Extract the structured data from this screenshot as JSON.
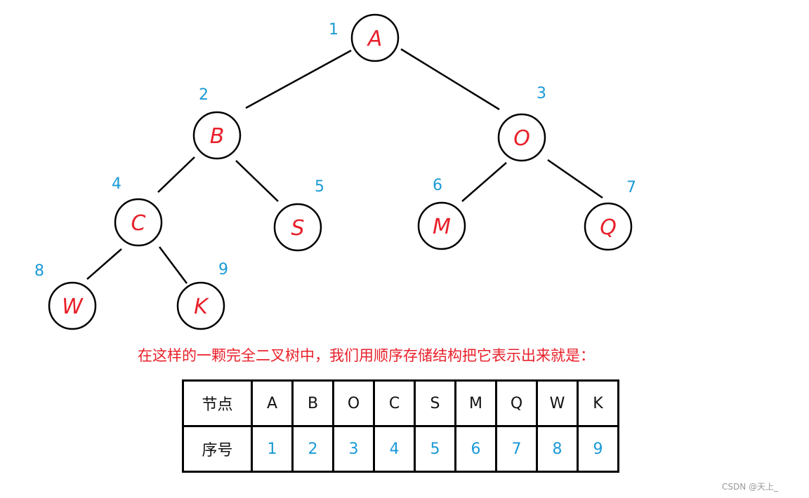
{
  "tree": {
    "nodes": [
      {
        "letter": "A",
        "index": "1"
      },
      {
        "letter": "B",
        "index": "2"
      },
      {
        "letter": "O",
        "index": "3"
      },
      {
        "letter": "C",
        "index": "4"
      },
      {
        "letter": "S",
        "index": "5"
      },
      {
        "letter": "M",
        "index": "6"
      },
      {
        "letter": "Q",
        "index": "7"
      },
      {
        "letter": "W",
        "index": "8"
      },
      {
        "letter": "K",
        "index": "9"
      }
    ],
    "edges": [
      [
        0,
        1
      ],
      [
        0,
        2
      ],
      [
        1,
        3
      ],
      [
        1,
        4
      ],
      [
        2,
        5
      ],
      [
        2,
        6
      ],
      [
        3,
        7
      ],
      [
        3,
        8
      ]
    ],
    "colors": {
      "letter": "#e8202a",
      "index": "#1a9ad6",
      "stroke": "#000000"
    }
  },
  "caption": "在这样的一颗完全二叉树中，我们用顺序存储结构把它表示出来就是：",
  "table": {
    "row1_header": "节点",
    "row2_header": "序号",
    "values": [
      "A",
      "B",
      "O",
      "C",
      "S",
      "M",
      "Q",
      "W",
      "K"
    ],
    "numbers": [
      "1",
      "2",
      "3",
      "4",
      "5",
      "6",
      "7",
      "8",
      "9"
    ]
  },
  "watermark": "CSDN @天上_"
}
